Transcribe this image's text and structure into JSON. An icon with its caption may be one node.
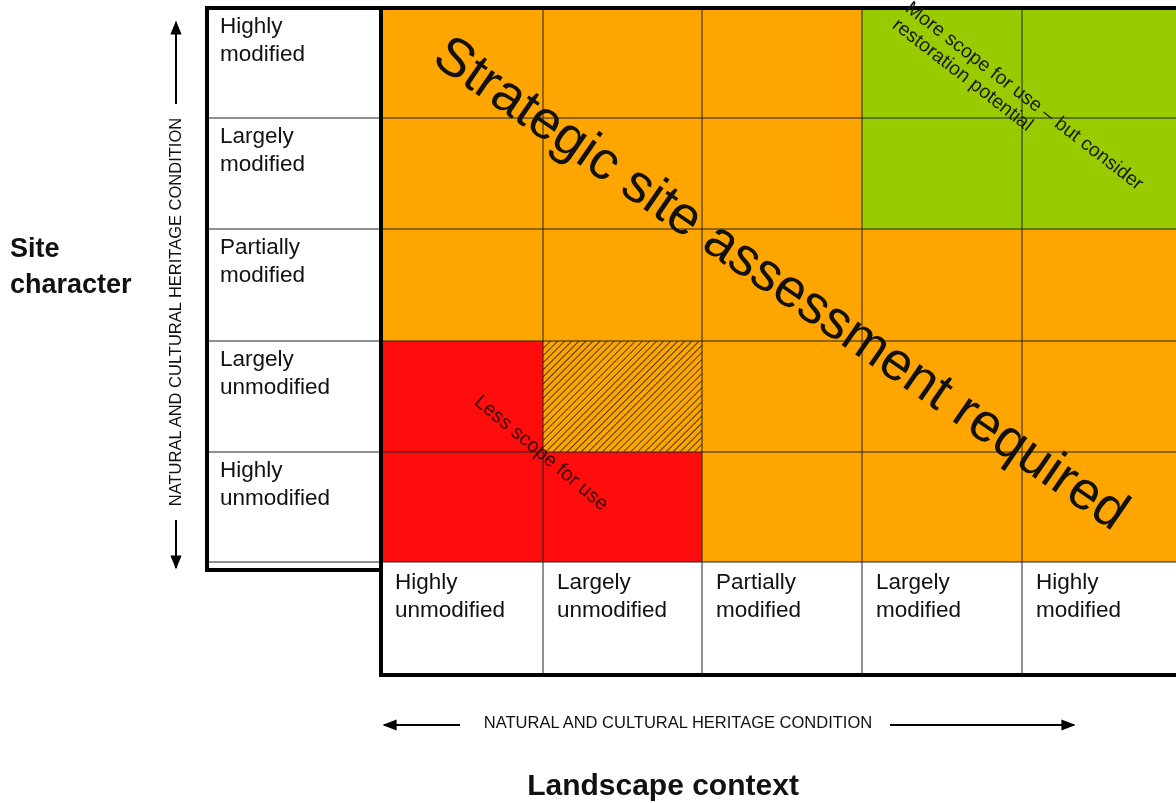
{
  "diagram": {
    "labels": [
      "Highly modified",
      "Largely modified",
      "Partially modified",
      "Largely unmodified",
      "Highly unmodified",
      "NATURAL AND CULTURAL HERITAGE CONDITION",
      "Site character",
      "Strategic site assessment required",
      "More scope for use – but consider restoration potential",
      "Less scope for use",
      "Highly unmodified",
      "Largely unmodified",
      "Partially modified",
      "Largely modified",
      "Highly modified",
      "NATURAL AND CULTURAL HERITAGE CONDITION",
      "Landscape context"
    ]
  }
}
